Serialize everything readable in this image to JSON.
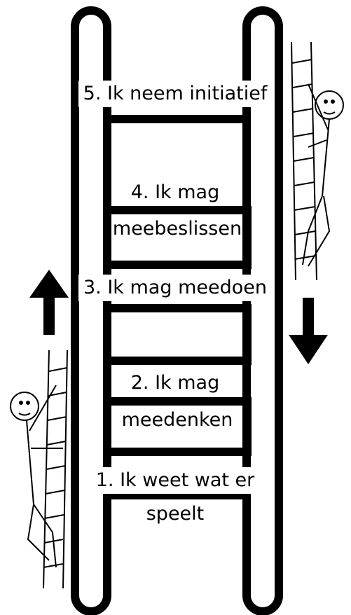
{
  "colors": {
    "ink": "#000000",
    "paper": "#ffffff"
  },
  "steps": [
    {
      "number": 5,
      "line1": "5. Ik neem initiatief",
      "line2": ""
    },
    {
      "number": 4,
      "line1": "4. Ik mag",
      "line2": "meebeslissen"
    },
    {
      "number": 3,
      "line1": "3. Ik mag meedoen",
      "line2": ""
    },
    {
      "number": 2,
      "line1": "2. Ik mag",
      "line2": "meedenken"
    },
    {
      "number": 1,
      "line1": "1. Ik weet wat er",
      "line2": "speelt"
    }
  ],
  "arrows": {
    "left": "arrow-up-icon",
    "right": "arrow-down-icon"
  },
  "figures": {
    "left": "climbing-stickman-icon",
    "right": "climbing-stickman-icon"
  }
}
